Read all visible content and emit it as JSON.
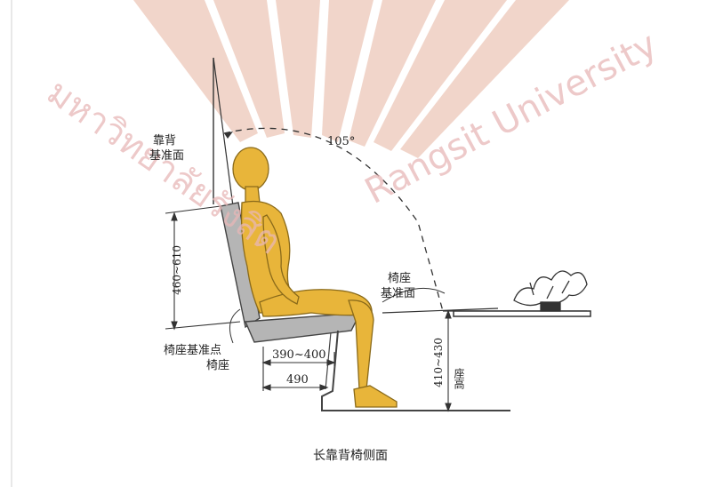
{
  "labels": {
    "backrest_ref_line1": "靠背",
    "backrest_ref_line2": "基准面",
    "angle": "105°",
    "seat_ref_line1": "椅座",
    "seat_ref_line2": "基准面",
    "seat_ref_point": "椅座基准点",
    "seat": "椅座",
    "back_height": "460~610",
    "seat_depth_1": "390~400",
    "seat_depth_2": "490",
    "seat_height": "410~430",
    "seat_height_label": "座高"
  },
  "caption": "长靠背椅侧面",
  "watermark": {
    "text_thai": "มหาวิทยาลัยรังสิต",
    "text_en": "Rangsit University",
    "color": "#e8b7b7"
  },
  "colors": {
    "figure": "#e8b53a",
    "figure_outline": "#8a6a1a",
    "seat": "#b5b5b5",
    "line": "#333333"
  }
}
